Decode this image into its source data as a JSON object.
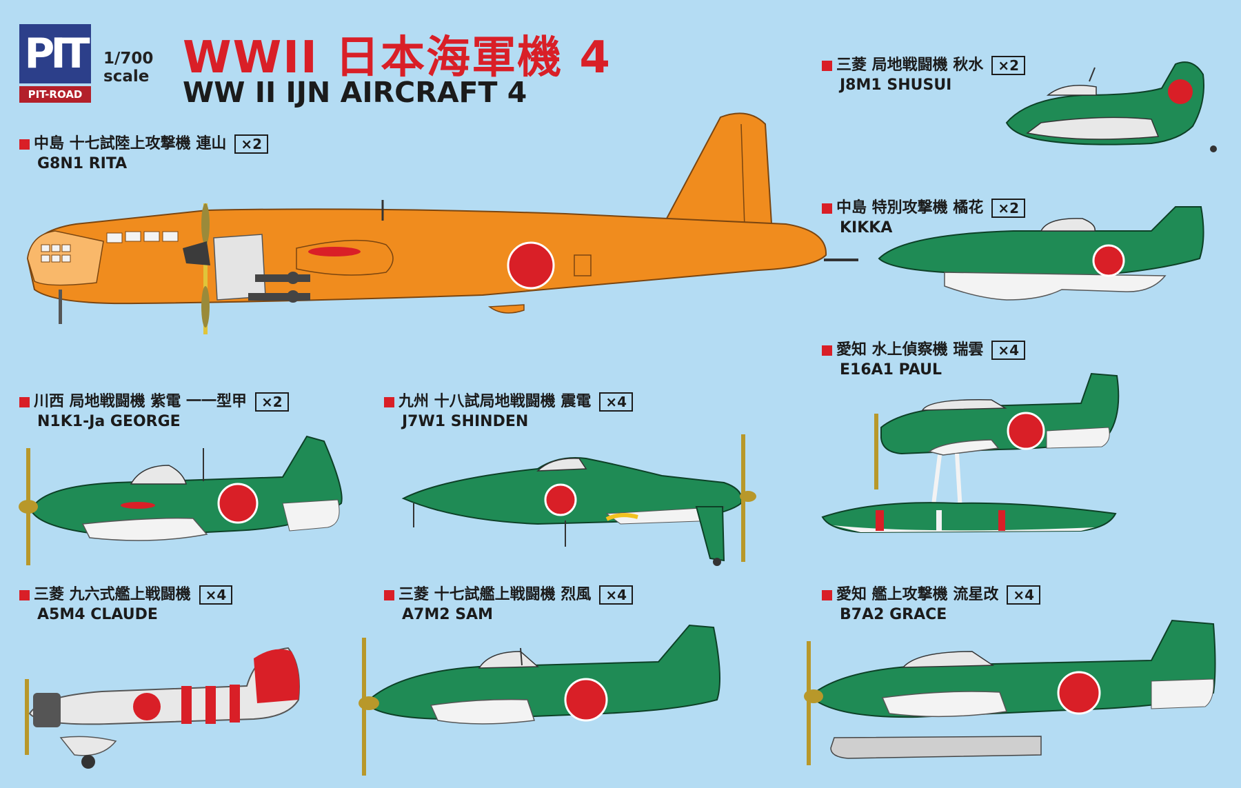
{
  "brand": {
    "mark": "PIT",
    "name": "PIT-ROAD"
  },
  "scale": {
    "ratio": "1/700",
    "word": "scale"
  },
  "title": {
    "jp": "WWII 日本海軍機 4",
    "en": "WW II IJN AIRCRAFT 4"
  },
  "colors": {
    "background": "#b4dcf3",
    "title_red": "#d91f27",
    "navy_green": "#1f8b55",
    "orange": "#f08c1e",
    "hinomaru": "#d91f27",
    "logo_blue": "#2c3f8a"
  },
  "aircraft": [
    {
      "jp": "中島 十七試陸上攻撃機 連山",
      "qty": "×2",
      "en": "G8N1 RITA"
    },
    {
      "jp": "三菱 局地戦闘機 秋水",
      "qty": "×2",
      "en": "J8M1 SHUSUI"
    },
    {
      "jp": "中島 特別攻撃機 橘花",
      "qty": "×2",
      "en": "KIKKA"
    },
    {
      "jp": "愛知 水上偵察機 瑞雲",
      "qty": "×4",
      "en": "E16A1 PAUL"
    },
    {
      "jp": "川西 局地戦闘機 紫電 一一型甲",
      "qty": "×2",
      "en": "N1K1-Ja GEORGE"
    },
    {
      "jp": "九州 十八試局地戦闘機 震電",
      "qty": "×4",
      "en": "J7W1 SHINDEN"
    },
    {
      "jp": "三菱 九六式艦上戦闘機",
      "qty": "×4",
      "en": "A5M4 CLAUDE"
    },
    {
      "jp": "三菱 十七試艦上戦闘機 烈風",
      "qty": "×4",
      "en": "A7M2 SAM"
    },
    {
      "jp": "愛知 艦上攻撃機 流星改",
      "qty": "×4",
      "en": "B7A2 GRACE"
    }
  ]
}
